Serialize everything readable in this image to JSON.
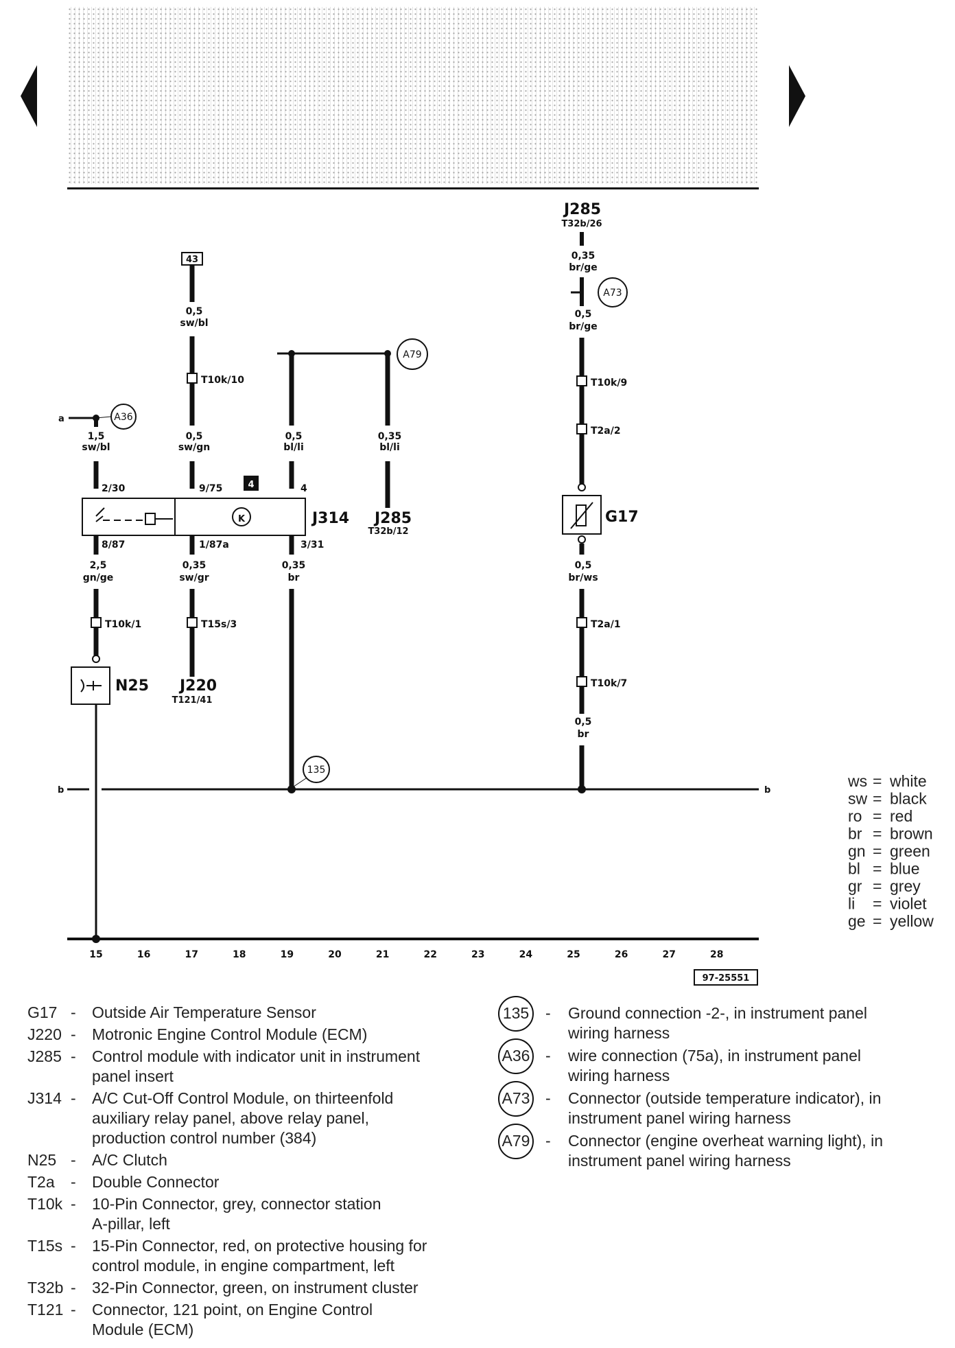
{
  "navigation": {
    "prev_icon": "triangle-left-icon",
    "next_icon": "triangle-right-icon"
  },
  "diagram": {
    "top_wires": [
      {
        "section": "17",
        "box_label": "43",
        "size": "0,5",
        "color": "sw/bl",
        "connector": "T10k/10",
        "size2": "0,5",
        "color2": "sw/gn"
      },
      {
        "section": "15",
        "branch": "a",
        "size": "1,5",
        "color": "sw/bl",
        "node": "A36"
      },
      {
        "section": "19",
        "size": "0,5",
        "color": "bl/li"
      },
      {
        "section": "21",
        "size": "0,35",
        "color": "bl/li",
        "node": "A79",
        "component": "J285",
        "pin": "T32b/12"
      },
      {
        "section": "25",
        "component": "J285",
        "pin": "T32b/26",
        "size": "0,35",
        "color": "br/ge",
        "node": "A73",
        "size2": "0,5",
        "color2": "br/ge",
        "connector": "T10k/9",
        "connector2": "T2a/2"
      }
    ],
    "relay": {
      "name": "J314",
      "number": "4",
      "pin_a": "2/30",
      "pin_b": "9/75",
      "pin_c": "4",
      "pin_d": "8/87",
      "pin_e": "1/87a",
      "pin_f": "3/31",
      "k_label": "K"
    },
    "sensor": {
      "name": "G17"
    },
    "bottom_wires": [
      {
        "section": "15",
        "size": "2,5",
        "color": "gn/ge",
        "connector": "T10k/1",
        "component": "N25"
      },
      {
        "section": "17",
        "size": "0,35",
        "color": "sw/gr",
        "connector": "T15s/3",
        "component": "J220",
        "pin": "T121/41"
      },
      {
        "section": "19",
        "size": "0,35",
        "color": "br",
        "ground": "135"
      },
      {
        "section": "25",
        "size": "0,5",
        "color": "br/ws",
        "connector": "T2a/1",
        "connector2": "T10k/7",
        "size2": "0,5",
        "color2": "br"
      }
    ],
    "bus_label": "b",
    "axis": [
      "15",
      "16",
      "17",
      "18",
      "19",
      "20",
      "21",
      "22",
      "23",
      "24",
      "25",
      "26",
      "27",
      "28"
    ],
    "figure_number": "97-25551"
  },
  "color_codes": [
    {
      "code": "ws",
      "name": "white"
    },
    {
      "code": "sw",
      "name": "black"
    },
    {
      "code": "ro",
      "name": "red"
    },
    {
      "code": "br",
      "name": "brown"
    },
    {
      "code": "gn",
      "name": "green"
    },
    {
      "code": "bl",
      "name": "blue"
    },
    {
      "code": "gr",
      "name": "grey"
    },
    {
      "code": "li",
      "name": "violet"
    },
    {
      "code": "ge",
      "name": "yellow"
    }
  ],
  "legend_left": [
    {
      "code": "G17",
      "lines": [
        "Outside Air Temperature Sensor"
      ]
    },
    {
      "code": "J220",
      "lines": [
        "Motronic Engine Control Module (ECM)"
      ]
    },
    {
      "code": "J285",
      "lines": [
        "Control module with indicator unit in instrument",
        "panel insert"
      ]
    },
    {
      "code": "J314",
      "lines": [
        "A/C Cut-Off Control Module, on thirteenfold",
        "auxiliary relay panel, above relay panel,",
        "production control number (384)"
      ]
    },
    {
      "code": "N25",
      "lines": [
        "A/C Clutch"
      ]
    },
    {
      "code": "T2a",
      "lines": [
        "Double Connector"
      ]
    },
    {
      "code": "T10k",
      "lines": [
        "10-Pin Connector, grey, connector station",
        "A-pillar, left"
      ]
    },
    {
      "code": "T15s",
      "lines": [
        "15-Pin Connector, red, on protective housing for",
        "control module, in engine compartment, left"
      ]
    },
    {
      "code": "T32b",
      "lines": [
        "32-Pin Connector, green, on instrument cluster"
      ]
    },
    {
      "code": "T121",
      "lines": [
        "Connector, 121 point, on Engine Control",
        "Module (ECM)"
      ]
    }
  ],
  "legend_right": [
    {
      "code": "135",
      "lines": [
        "Ground connection -2-, in instrument panel",
        "wiring harness"
      ]
    },
    {
      "code": "A36",
      "lines": [
        "wire connection (75a), in instrument panel",
        "wiring harness"
      ]
    },
    {
      "code": "A73",
      "lines": [
        "Connector (outside temperature indicator), in",
        "instrument panel wiring harness"
      ]
    },
    {
      "code": "A79",
      "lines": [
        "Connector (engine overheat warning light), in",
        "instrument panel wiring harness"
      ]
    }
  ]
}
